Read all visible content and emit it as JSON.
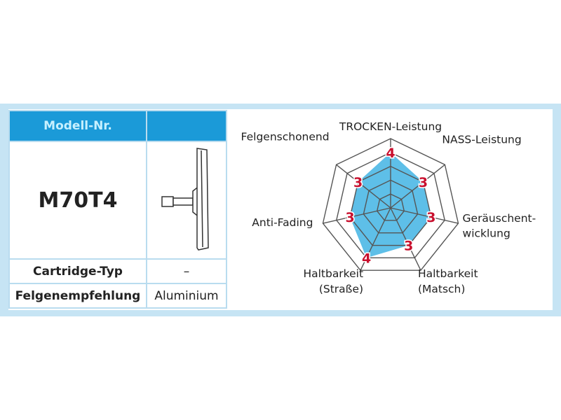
{
  "table": {
    "header": "Modell-Nr.",
    "model": "M70T4",
    "rows": [
      {
        "label": "Cartridge-Typ",
        "value": "–"
      },
      {
        "label": "Felgenempfehlung",
        "value": "Aluminium"
      }
    ]
  },
  "chart_data": {
    "type": "radar",
    "scale_max": 5,
    "axes": [
      {
        "label": [
          "TROCKEN-Leistung"
        ],
        "value": 4
      },
      {
        "label": [
          "NASS-Leistung"
        ],
        "value": 3
      },
      {
        "label": [
          "Geräuschent-",
          "wicklung"
        ],
        "value": 3
      },
      {
        "label": [
          "Haltbarkeit",
          "(Matsch)"
        ],
        "value": 3
      },
      {
        "label": [
          "Haltbarkeit",
          "(Straße)"
        ],
        "value": 4
      },
      {
        "label": [
          "Anti-Fading"
        ],
        "value": 3
      },
      {
        "label": [
          "Felgenschonend"
        ],
        "value": 3
      }
    ],
    "fill_color": "#5ebfe8",
    "value_color": "#c8102e"
  }
}
